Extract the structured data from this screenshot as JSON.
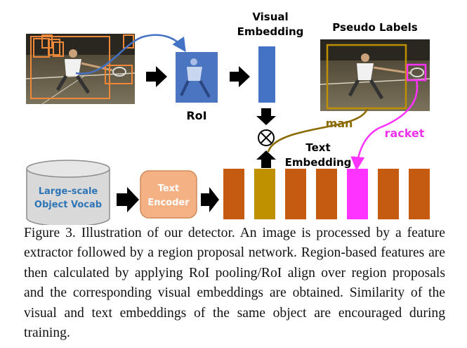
{
  "figure": {
    "labels": {
      "visual_embedding_line1": "Visual",
      "visual_embedding_line2": "Embedding",
      "pseudo_labels": "Pseudo Labels",
      "roi": "RoI",
      "man": "man",
      "racket": "racket",
      "text_embedding_line1": "Text",
      "text_embedding_line2": "Embedding",
      "vocab_line1": "Large-scale",
      "vocab_line2": "Object Vocab",
      "encoder_line1": "Text",
      "encoder_line2": "Encoder"
    },
    "colors": {
      "proposal_box": "#f0883a",
      "visual_embedding": "#4472c4",
      "embedding_orange": "#c55a11",
      "embedding_gold": "#bf9000",
      "embedding_magenta": "#ff33ff",
      "man_label": "#8b6a00",
      "racket_label": "#ee33ee",
      "vocab_text": "#2e75b6",
      "encoder_fill": "#f4b183"
    },
    "embedding_bars": [
      "orange",
      "gold",
      "orange",
      "orange",
      "magenta",
      "orange",
      "orange"
    ]
  },
  "caption": {
    "text": "Figure 3. Illustration of our detector. An image is processed by a feature extractor followed by a region proposal network. Region-based features are then calculated by applying RoI pooling/RoI align over region proposals and the corresponding visual embeddings are obtained. Similarity of the visual and text embeddings of the same object are encouraged during training."
  }
}
